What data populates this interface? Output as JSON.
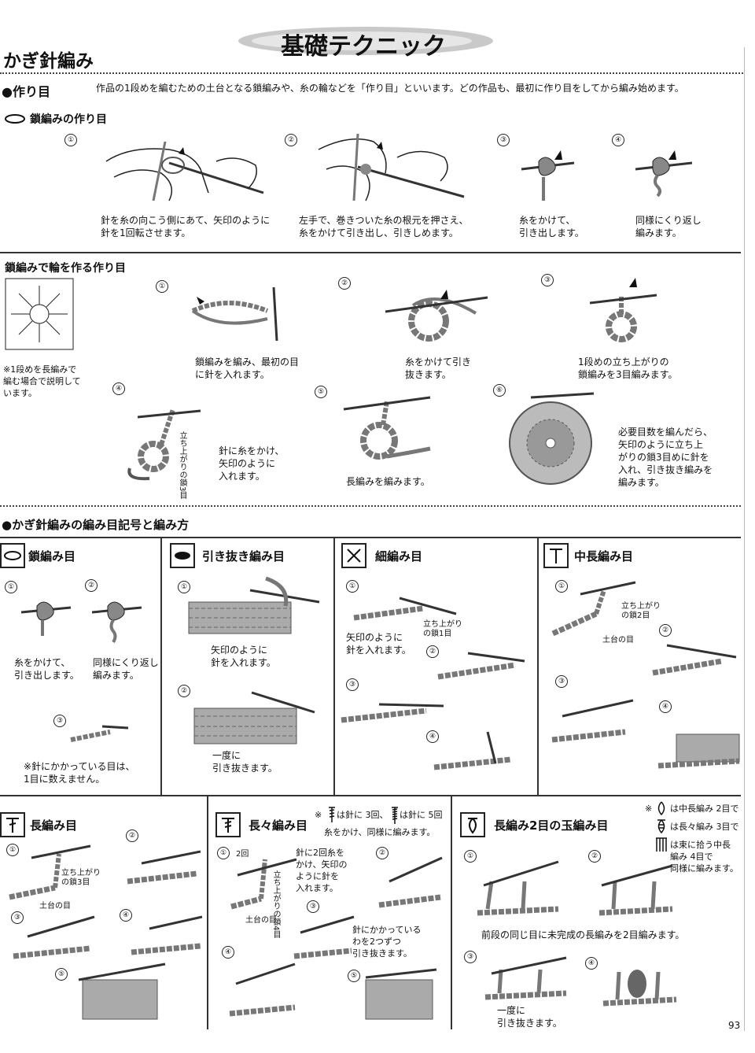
{
  "header": {
    "banner_title": "基礎テクニック",
    "chapter": "かぎ針編み",
    "page_number": "93"
  },
  "foundation": {
    "heading": "●作り目",
    "intro": "作品の1段めを編むための土台となる鎖編みや、糸の輪などを「作り目」といいます。どの作品も、最初に作り目をしてから編み始めます。",
    "chain_heading": "鎖編みの作り目",
    "chain_steps": [
      {
        "num": "①",
        "text": "針を糸の向こう側にあて、矢印のように\n針を1回転させます。"
      },
      {
        "num": "②",
        "text": "左手で、巻きついた糸の根元を押さえ、\n糸をかけて引き出し、引きしめます。"
      },
      {
        "num": "③",
        "text": "糸をかけて、\n引き出します。"
      },
      {
        "num": "④",
        "text": "同様にくり返し\n編みます。"
      }
    ],
    "ring_heading": "鎖編みで輪を作る作り目",
    "ring_note": "※1段めを長編みで\n編む場合で説明して\nいます。",
    "ring_steps": [
      {
        "num": "①",
        "text": "鎖編みを編み、最初の目\nに針を入れます。"
      },
      {
        "num": "②",
        "text": "糸をかけて引き\n抜きます。"
      },
      {
        "num": "③",
        "text": "1段めの立ち上がりの\n鎖編みを3目編みます。"
      },
      {
        "num": "④",
        "text": "針に糸をかけ、\n矢印のように\n入れます。",
        "side_label": "立ち上がりの鎖3目"
      },
      {
        "num": "⑤",
        "text": "長編みを編みます。"
      },
      {
        "num": "⑥",
        "text": "必要目数を編んだら、\n矢印のように立ち上\nがりの鎖3目めに針を\n入れ、引き抜き編みを\n編みます。"
      }
    ]
  },
  "stitches": {
    "heading": "●かぎ針編みの編み目記号と編み方",
    "chain": {
      "title": "鎖編み目",
      "steps": [
        {
          "num": "①",
          "text": "糸をかけて、\n引き出します。"
        },
        {
          "num": "②",
          "text": "同様にくり返し\n編みます。"
        },
        {
          "num": "③",
          "text": ""
        }
      ],
      "note": "※針にかかっている目は、\n1目に数えません。"
    },
    "slip": {
      "title": "引き抜き編み目",
      "steps": [
        {
          "num": "①",
          "text": "矢印のように\n針を入れます。"
        },
        {
          "num": "②",
          "text": "一度に\n引き抜きます。"
        }
      ]
    },
    "single": {
      "title": "細編み目",
      "steps": [
        {
          "num": "①",
          "text": "矢印のように\n針を入れます。",
          "label": "立ち上がり\nの鎖1目"
        },
        {
          "num": "②",
          "text": ""
        },
        {
          "num": "③",
          "text": ""
        },
        {
          "num": "④",
          "text": ""
        }
      ]
    },
    "half_double": {
      "title": "中長編み目",
      "steps": [
        {
          "num": "①",
          "text": "",
          "label": "立ち上がり\nの鎖2目",
          "label2": "土台の目"
        },
        {
          "num": "②",
          "text": ""
        },
        {
          "num": "③",
          "text": ""
        },
        {
          "num": "④",
          "text": ""
        }
      ]
    },
    "double": {
      "title": "長編み目",
      "steps": [
        {
          "num": "①",
          "label": "立ち上がり\nの鎖3目",
          "label2": "土台の目"
        },
        {
          "num": "②"
        },
        {
          "num": "③"
        },
        {
          "num": "④"
        },
        {
          "num": "⑤"
        }
      ]
    },
    "treble": {
      "title": "長々編み目",
      "note_line1": "※",
      "note_a": "は針に 3回、",
      "note_b": "は針に 5回",
      "note_line2": "糸をかけ、同様に編みます。",
      "steps": [
        {
          "num": "①",
          "label": "2回",
          "label2": "土台の目",
          "side_label": "立ち上がりの鎖4目",
          "text": "針に2回糸を\nかけ、矢印の\nように針を\n入れます。"
        },
        {
          "num": "②"
        },
        {
          "num": "③",
          "text": "針にかかっている\nわを2つずつ\n引き抜きます。"
        },
        {
          "num": "④"
        },
        {
          "num": "⑤"
        }
      ]
    },
    "bobble": {
      "title": "長編み2目の玉編み目",
      "note": [
        "※",
        "は中長編み 2目で",
        "は長々編み 3目で",
        "は束に拾う中長\n編み 4目で\n同様に編みます。"
      ],
      "steps": [
        {
          "num": "①"
        },
        {
          "num": "②"
        },
        {
          "num": "③",
          "text": "一度に\n引き抜きます。"
        },
        {
          "num": "④"
        }
      ],
      "mid_text": "前段の同じ目に未完成の長編みを2目編みます。"
    }
  },
  "colors": {
    "ink": "#111111",
    "yarn": "#8a8a8a",
    "yarn_dark": "#555555",
    "banner": "#bdbdbd"
  }
}
